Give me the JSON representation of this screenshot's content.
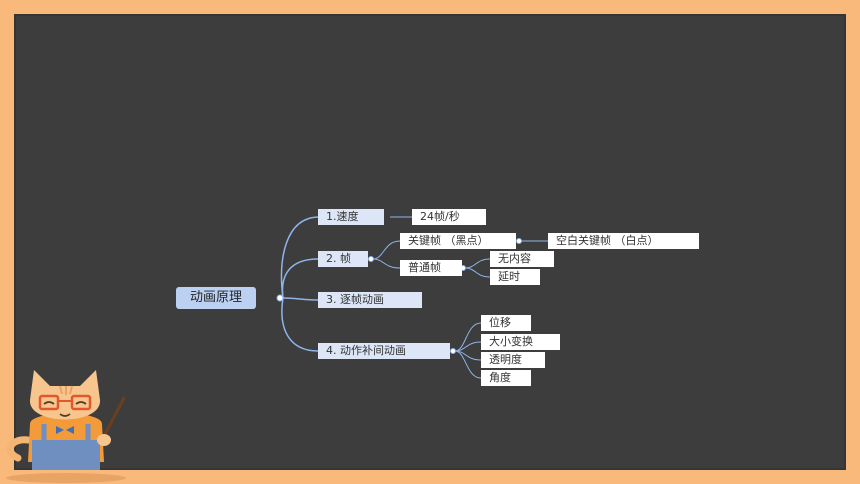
{
  "mindmap": {
    "root": "动画原理",
    "speed": {
      "label": "1.速度",
      "child": "24帧/秒"
    },
    "frame": {
      "label": "2. 帧",
      "keyframe": {
        "label": "关键帧 （黑点）",
        "child": "空白关键帧 （白点）"
      },
      "normal": {
        "label": "普通帧",
        "children": [
          "无内容",
          "延时"
        ]
      }
    },
    "frame_by_frame": {
      "label": "3. 逐帧动画"
    },
    "tween": {
      "label": "4. 动作补间动画",
      "children": [
        "位移",
        "大小变换",
        "透明度",
        "角度"
      ]
    }
  },
  "colors": {
    "frame": "#f8b97a",
    "board": "#3d3d3d",
    "connector": "#8fb4ec",
    "root_fill": "#bcd0f2"
  }
}
